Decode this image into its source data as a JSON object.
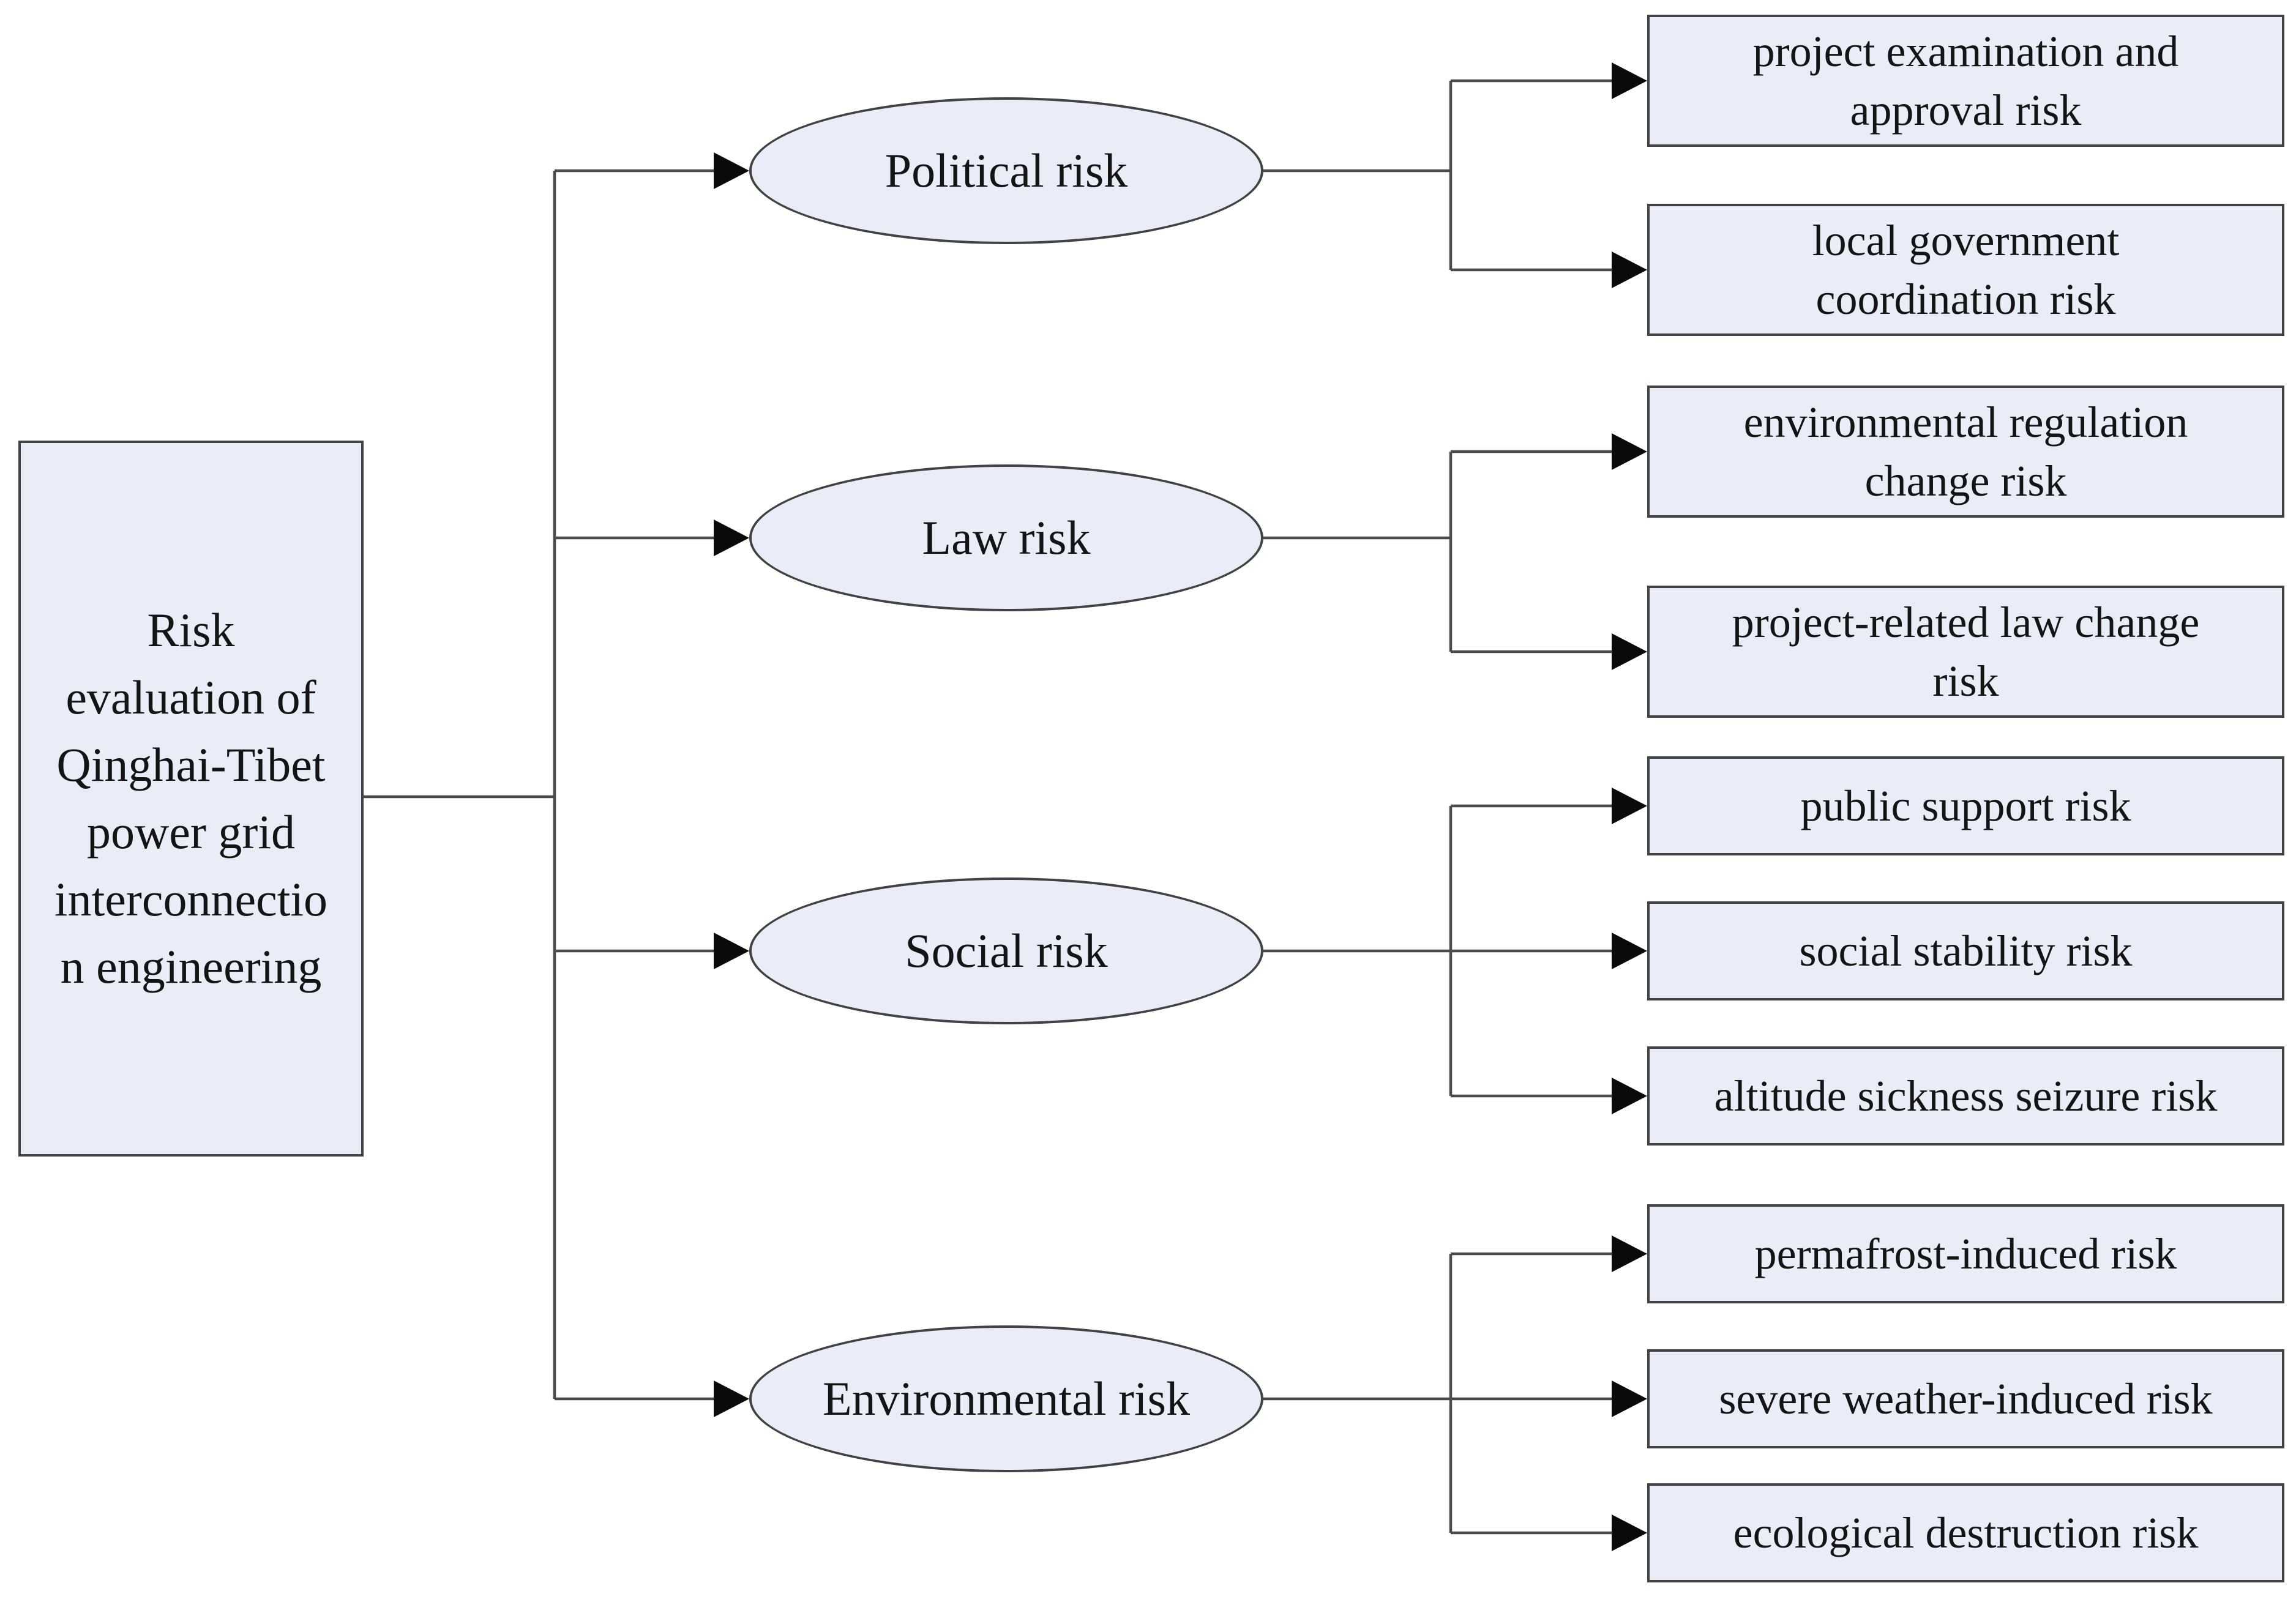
{
  "figure": {
    "root": {
      "label": "Risk evaluation of Qinghai-Tibet power grid interconnection engineering",
      "lines": [
        "Risk",
        "evaluation of",
        "Qinghai-Tibet",
        "power grid",
        "interconnectio",
        "n engineering"
      ]
    },
    "categories": [
      {
        "label": "Political risk",
        "children": [
          {
            "label": "project examination and approval risk",
            "lines": [
              "project examination and",
              "approval risk"
            ]
          },
          {
            "label": "local government coordination risk",
            "lines": [
              "local government",
              "coordination risk"
            ]
          }
        ]
      },
      {
        "label": "Law risk",
        "children": [
          {
            "label": "environmental regulation change risk",
            "lines": [
              "environmental regulation",
              "change risk"
            ]
          },
          {
            "label": "project-related law change risk",
            "lines": [
              "project-related law change",
              "risk"
            ]
          }
        ]
      },
      {
        "label": "Social risk",
        "children": [
          {
            "label": "public support risk",
            "lines": [
              "public support risk"
            ]
          },
          {
            "label": "social stability risk",
            "lines": [
              "social stability risk"
            ]
          },
          {
            "label": "altitude sickness seizure risk",
            "lines": [
              "altitude sickness seizure risk"
            ]
          }
        ]
      },
      {
        "label": "Environmental risk",
        "children": [
          {
            "label": "permafrost-induced risk",
            "lines": [
              "permafrost-induced risk"
            ]
          },
          {
            "label": "severe weather-induced risk",
            "lines": [
              "severe weather-induced risk"
            ]
          },
          {
            "label": "ecological destruction risk",
            "lines": [
              "ecological destruction risk"
            ]
          }
        ]
      }
    ],
    "colors": {
      "node_fill": "#e8edf7",
      "node_border": "#424242",
      "connector": "#4a4a4a",
      "arrowhead": "#0a0a0a",
      "text": "#141414",
      "background": "#ffffff"
    }
  }
}
